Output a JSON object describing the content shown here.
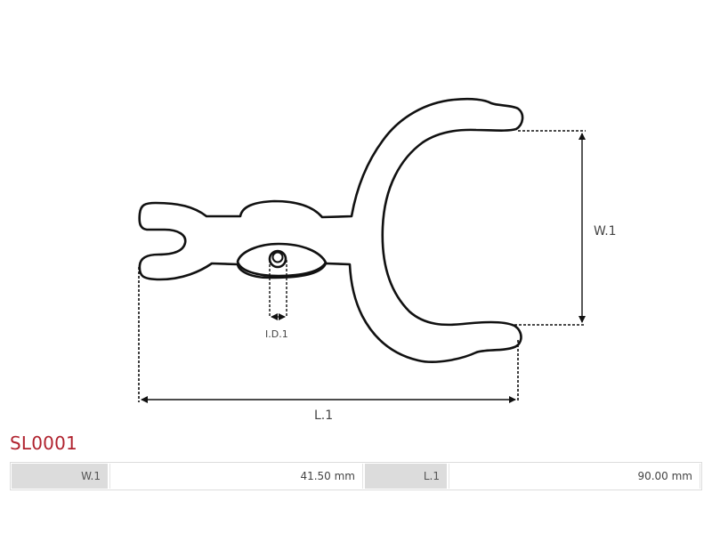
{
  "drawing": {
    "dimension_labels": {
      "width": "W.1",
      "length": "L.1",
      "inner_diameter": "I.D.1"
    },
    "line_color": "#111111"
  },
  "part": {
    "code": "SL0001",
    "code_color": "#b0222e"
  },
  "specs": [
    {
      "label": "W.1",
      "value": "41.50 mm"
    },
    {
      "label": "L.1",
      "value": "90.00 mm"
    }
  ]
}
